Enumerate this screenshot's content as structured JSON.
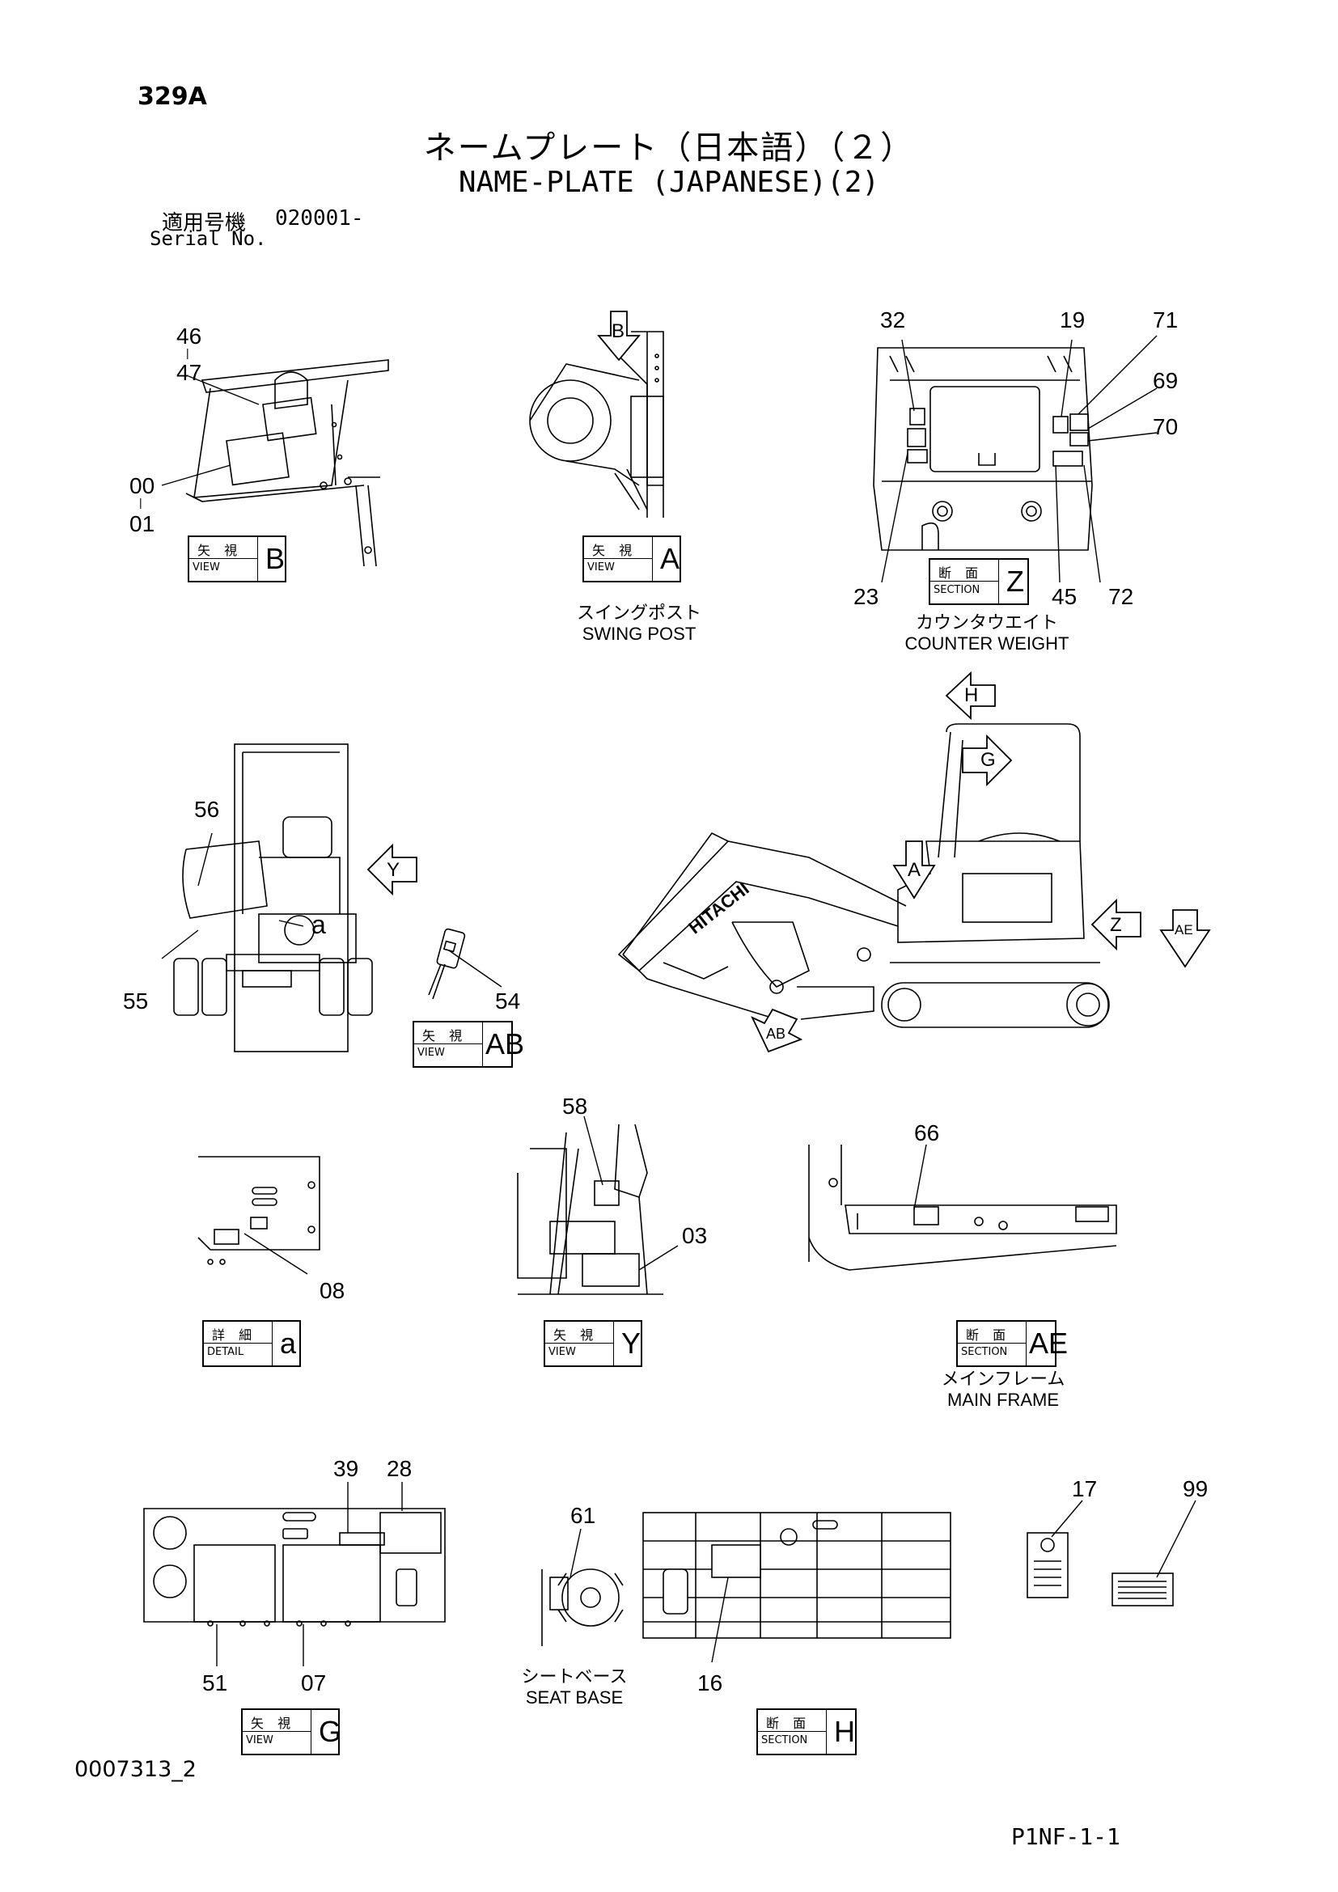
{
  "header": {
    "page_no": "329A",
    "title_jp": "ネームプレート（日本語）（２）",
    "title_en": "NAME-PLATE (JAPANESE)(2)",
    "serial_label_jp": "適用号機",
    "serial_value": "020001-",
    "serial_label_en": "Serial No."
  },
  "tags": {
    "view_b": {
      "jp": "矢 視",
      "en": "VIEW",
      "letter": "B"
    },
    "view_a": {
      "jp": "矢 視",
      "en": "VIEW",
      "letter": "A"
    },
    "section_z": {
      "jp": "断 面",
      "en": "SECTION",
      "letter": "Z"
    },
    "view_ab": {
      "jp": "矢 視",
      "en": "VIEW",
      "letter": "AB"
    },
    "detail_a": {
      "jp": "詳 細",
      "en": "DETAIL",
      "letter": "a"
    },
    "view_y": {
      "jp": "矢 視",
      "en": "VIEW",
      "letter": "Y"
    },
    "section_ae": {
      "jp": "断 面",
      "en": "SECTION",
      "letter": "AE"
    },
    "view_g": {
      "jp": "矢 視",
      "en": "VIEW",
      "letter": "G"
    },
    "section_h": {
      "jp": "断 面",
      "en": "SECTION",
      "letter": "H"
    }
  },
  "captions": {
    "swing_post_jp": "スイングポスト",
    "swing_post_en": "SWING POST",
    "counter_weight_jp": "カウンタウエイト",
    "counter_weight_en": "COUNTER WEIGHT",
    "main_frame_jp": "メインフレーム",
    "main_frame_en": "MAIN FRAME",
    "seat_base_jp": "シートベース",
    "seat_base_en": "SEAT BASE"
  },
  "part_numbers": {
    "p46": "46",
    "p47": "47",
    "p00": "00",
    "p01": "01",
    "p32": "32",
    "p19": "19",
    "p71": "71",
    "p69": "69",
    "p70": "70",
    "p23": "23",
    "p45": "45",
    "p72": "72",
    "p56": "56",
    "p55": "55",
    "p54": "54",
    "p_a": "a",
    "p58": "58",
    "p03": "03",
    "p66": "66",
    "p08": "08",
    "p39": "39",
    "p28": "28",
    "p51": "51",
    "p07": "07",
    "p61": "61",
    "p16": "16",
    "p17": "17",
    "p99": "99"
  },
  "arrows": {
    "h": "H",
    "g": "G",
    "a": "A",
    "y": "Y",
    "b": "B",
    "z": "Z",
    "ae": "AE",
    "ab": "AB"
  },
  "brand": "HITACHI",
  "footer": {
    "doc_id": "0007313_2",
    "drawing_no": "P1NF-1-1"
  }
}
